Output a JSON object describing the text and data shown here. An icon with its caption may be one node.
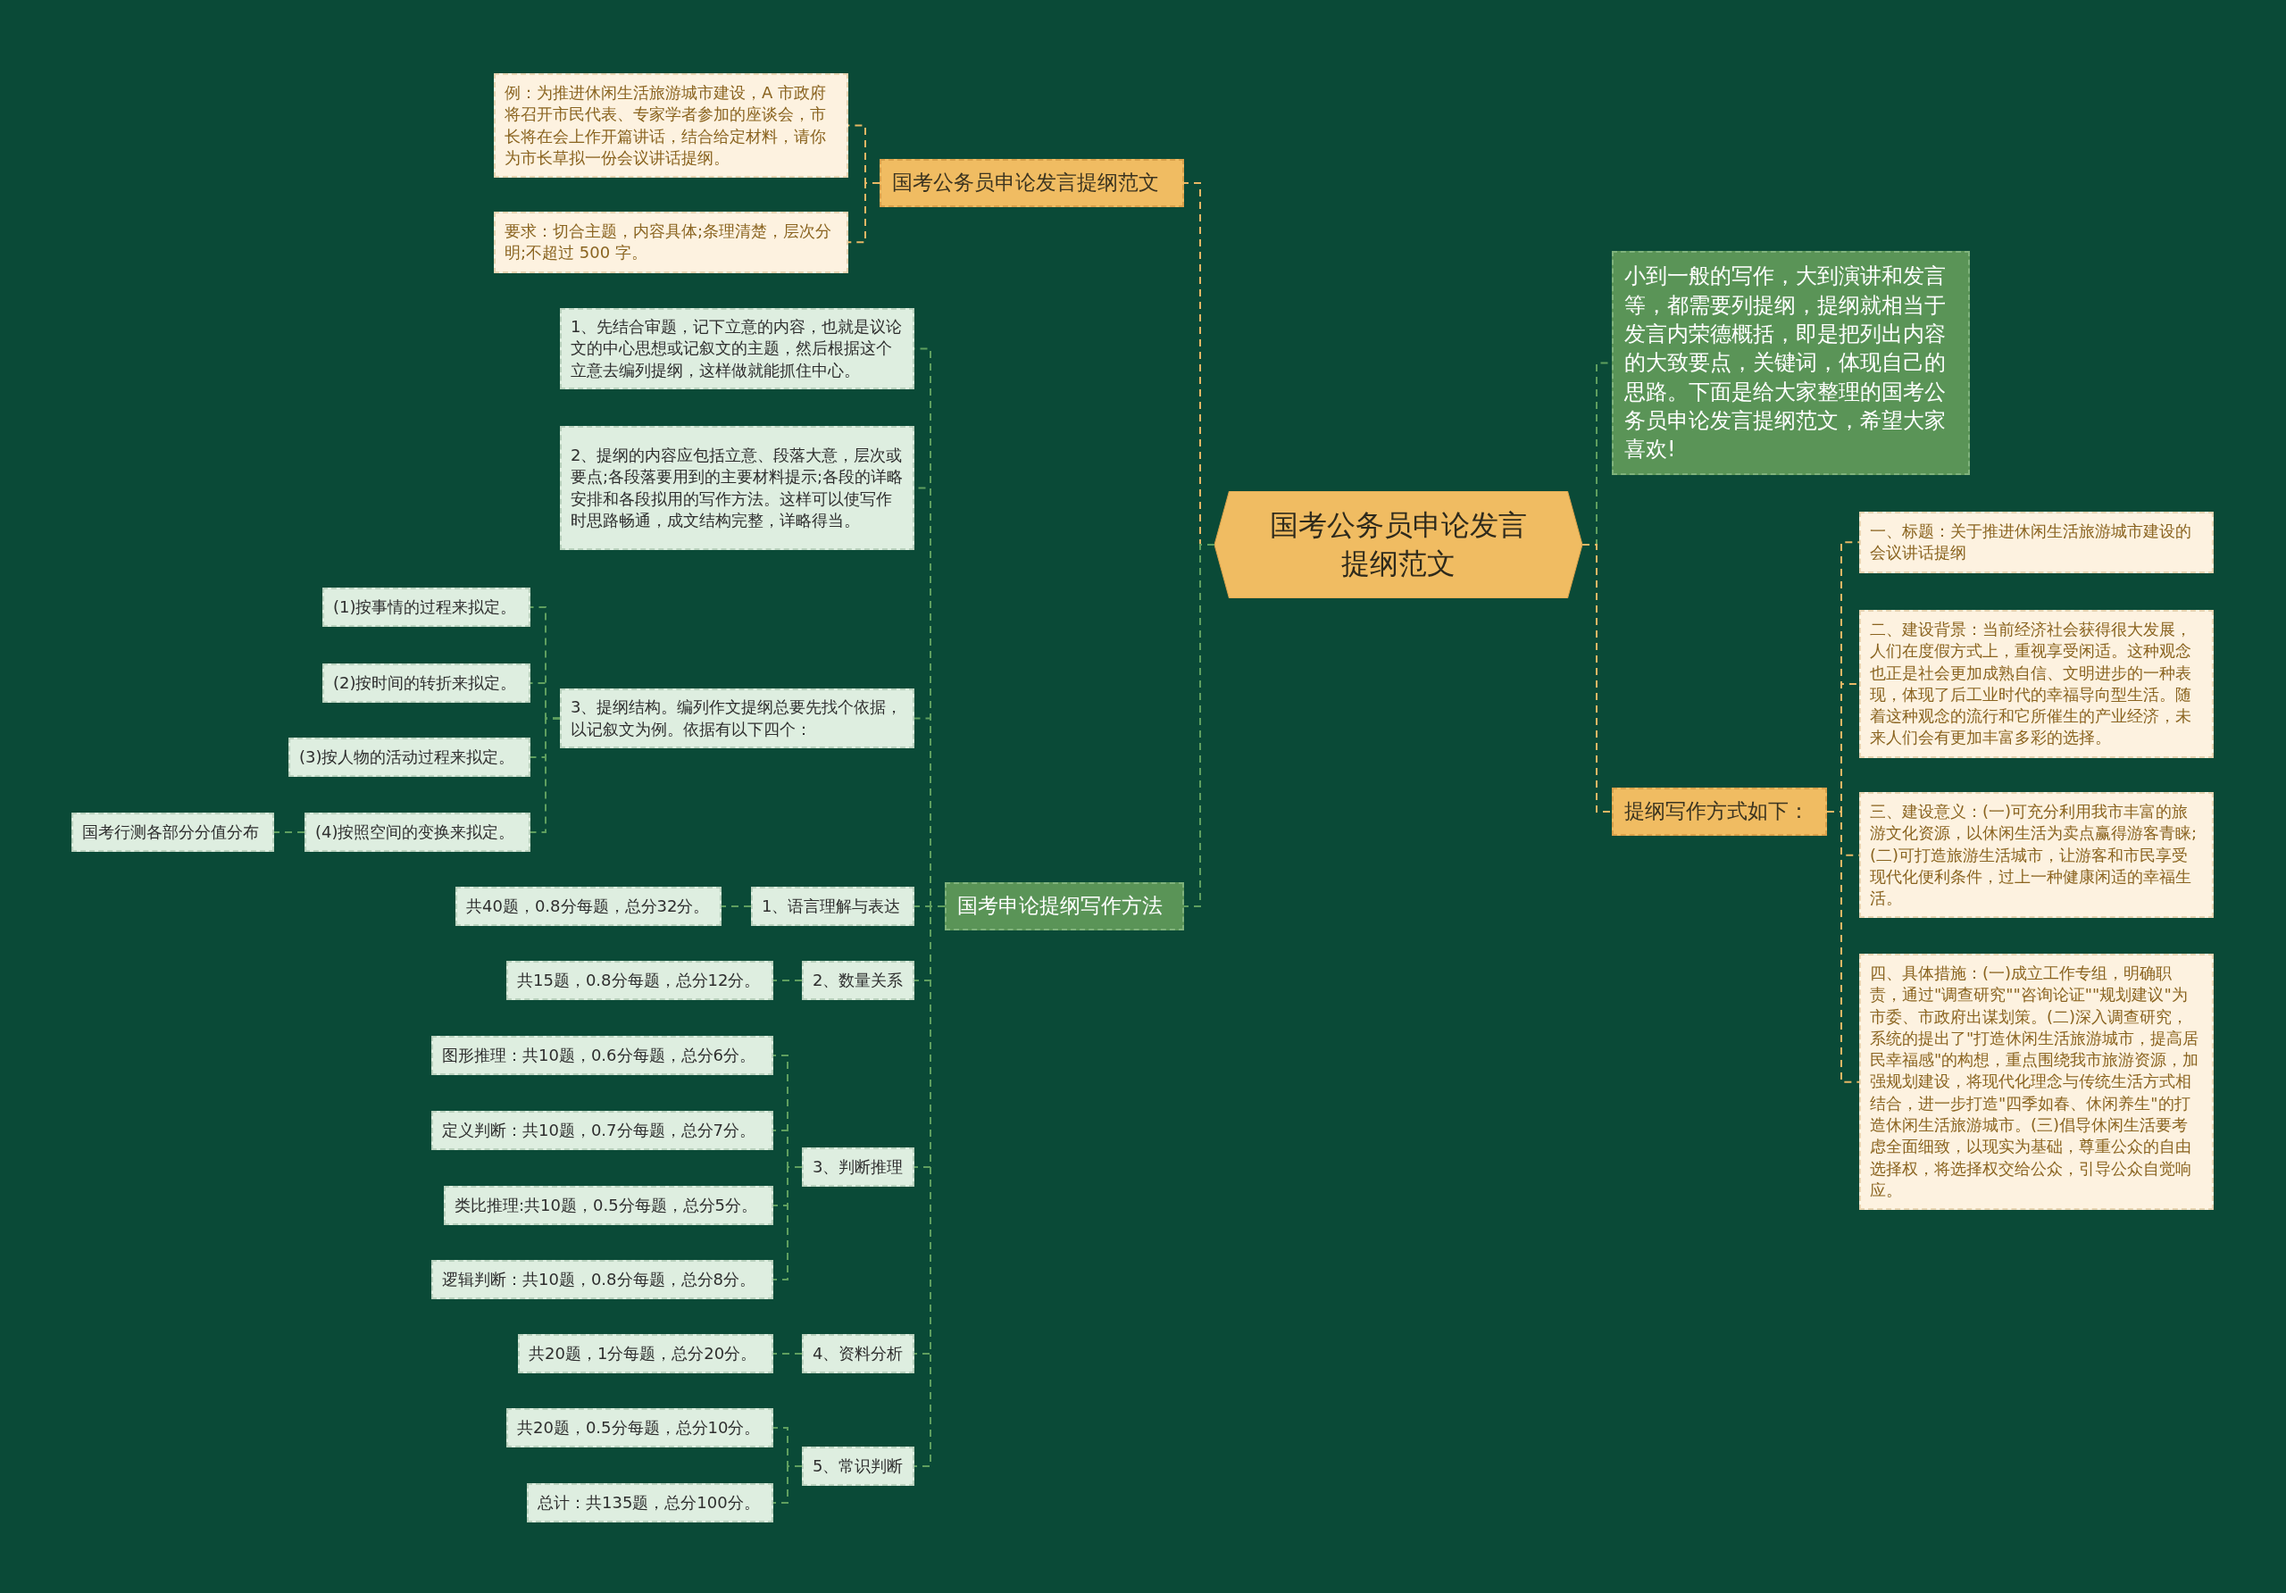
{
  "diagram": {
    "nodes": [
      {
        "text": [
          "国考公务员申论发言提纲范文"
        ]
      },
      {
        "text": [
          "国考公务员申论发言提纲范文"
        ]
      },
      {
        "text": [
          "例：为推进休闲生活旅游城市建设，A 市政府将召开市民代表、专家学者参加的座谈会，市长将在会上作开篇讲话，结合给定材料，请你为市长草拟一份会议讲话提纲。"
        ]
      },
      {
        "text": [
          "要求：切合主题，内容具体;条理清楚，层次分明;不超过 500 字。"
        ]
      },
      {
        "text": [
          "国考申论提纲写作方法"
        ]
      },
      {
        "text": [
          "1、先结合审题，记下立意的内容，也就是议论文的中心思想或记叙文的主题，然后根据这个立意去编列提纲，这样做就能抓住中心。"
        ]
      },
      {
        "text": [
          "2、提纲的内容应包括立意、段落大意，层次或要点;各段落要用到的主要材料提示;各段的详略安排和各段拟用的写作方法。这样可以使写作时思路畅通，成文结构完整，详略得当。"
        ]
      },
      {
        "text": [
          "3、提纲结构。编列作文提纲总要先找个依据，以记叙文为例。依据有以下四个："
        ]
      },
      {
        "text": [
          "(1)按事情的过程来拟定。"
        ]
      },
      {
        "text": [
          "(2)按时间的转折来拟定。"
        ]
      },
      {
        "text": [
          "(3)按人物的活动过程来拟定。"
        ]
      },
      {
        "text": [
          "(4)按照空间的变换来拟定。"
        ]
      },
      {
        "text": [
          "国考行测各部分分值分布"
        ]
      },
      {
        "text": [
          "1、语言理解与表达"
        ]
      },
      {
        "text": [
          "共40题，0.8分每题，总分32分。"
        ]
      },
      {
        "text": [
          "2、数量关系"
        ]
      },
      {
        "text": [
          "共15题，0.8分每题，总分12分。"
        ]
      },
      {
        "text": [
          "3、判断推理"
        ]
      },
      {
        "text": [
          "图形推理：共10题，0.6分每题，总分6分。"
        ]
      },
      {
        "text": [
          "定义判断：共10题，0.7分每题，总分7分。"
        ]
      },
      {
        "text": [
          "类比推理:共10题，0.5分每题，总分5分。"
        ]
      },
      {
        "text": [
          "逻辑判断：共10题，0.8分每题，总分8分。"
        ]
      },
      {
        "text": [
          "4、资料分析"
        ]
      },
      {
        "text": [
          "共20题，1分每题，总分20分。"
        ]
      },
      {
        "text": [
          "5、常识判断"
        ]
      },
      {
        "text": [
          "共20题，0.5分每题，总分10分。"
        ]
      },
      {
        "text": [
          "总计：共135题，总分100分。"
        ]
      },
      {
        "text": [
          "小到一般的写作，大到演讲和发言等，都需要列提纲，提纲就相当于发言内荣德概括，即是把列出内容的大致要点，关键词，体现自己的思路。下面是给大家整理的国考公务员申论发言提纲范文，希望大家喜欢!"
        ]
      },
      {
        "text": [
          "提纲写作方式如下："
        ]
      },
      {
        "text": [
          "一、标题：关于推进休闲生活旅游城市建设的会议讲话提纲"
        ]
      },
      {
        "text": [
          "二、建设背景：当前经济社会获得很大发展，人们在度假方式上，重视享受闲适。这种观念也正是社会更加成熟自信、文明进步的一种表现，体现了后工业时代的幸福导向型生活。随着这种观念的流行和它所催生的产业经济，未来人们会有更加丰富多彩的选择。"
        ]
      },
      {
        "text": [
          "三、建设意义：(一)可充分利用我市丰富的旅游文化资源，以休闲生活为卖点赢得游客青睐;(二)可打造旅游生活城市，让游客和市民享受现代化便利条件，过上一种健康闲适的幸福生活。"
        ]
      },
      {
        "text": [
          "四、具体措施：(一)成立工作专组，明确职责，通过\"调查研究\"\"咨询论证\"\"规划建议\"为市委、市政府出谋划策。(二)深入调查研究，系统的提出了\"打造休闲生活旅游城市，提高居民幸福感\"的构想，重点围绕我市旅游资源，加强规划建设，将现代化理念与传统生活方式相结合，进一步打造\"四季如春、休闲养生\"的打造休闲生活旅游城市。(三)倡导休闲生活要考虑全面细致，以现实为基础，尊重公众的自由选择权，将选择权交给公众，引导公众自觉响应。"
        ]
      }
    ],
    "edges": [
      {
        "from": 0,
        "to": 1,
        "arrow": "none",
        "style": "dashed",
        "color": "#e8b765"
      },
      {
        "from": 1,
        "to": 2,
        "arrow": "none",
        "style": "dashed",
        "color": "#e8b765"
      },
      {
        "from": 1,
        "to": 3,
        "arrow": "none",
        "style": "dashed",
        "color": "#e8b765"
      },
      {
        "from": 0,
        "to": 4,
        "arrow": "none",
        "style": "dashed"
      },
      {
        "from": 4,
        "to": 5,
        "arrow": "none",
        "style": "dashed"
      },
      {
        "from": 4,
        "to": 6,
        "arrow": "none",
        "style": "dashed"
      },
      {
        "from": 4,
        "to": 7,
        "arrow": "none",
        "style": "dashed"
      },
      {
        "from": 7,
        "to": 8,
        "arrow": "none",
        "style": "dashed"
      },
      {
        "from": 7,
        "to": 9,
        "arrow": "none",
        "style": "dashed"
      },
      {
        "from": 7,
        "to": 10,
        "arrow": "none",
        "style": "dashed"
      },
      {
        "from": 7,
        "to": 11,
        "arrow": "none",
        "style": "dashed"
      },
      {
        "from": 11,
        "to": 12,
        "arrow": "none",
        "style": "dashed"
      },
      {
        "from": 4,
        "to": 13,
        "arrow": "none",
        "style": "dashed"
      },
      {
        "from": 13,
        "to": 14,
        "arrow": "none",
        "style": "dashed"
      },
      {
        "from": 4,
        "to": 15,
        "arrow": "none",
        "style": "dashed"
      },
      {
        "from": 15,
        "to": 16,
        "arrow": "none",
        "style": "dashed"
      },
      {
        "from": 4,
        "to": 17,
        "arrow": "none",
        "style": "dashed"
      },
      {
        "from": 17,
        "to": 18,
        "arrow": "none",
        "style": "dashed"
      },
      {
        "from": 17,
        "to": 19,
        "arrow": "none",
        "style": "dashed"
      },
      {
        "from": 17,
        "to": 20,
        "arrow": "none",
        "style": "dashed"
      },
      {
        "from": 17,
        "to": 21,
        "arrow": "none",
        "style": "dashed"
      },
      {
        "from": 4,
        "to": 22,
        "arrow": "none",
        "style": "dashed"
      },
      {
        "from": 22,
        "to": 23,
        "arrow": "none",
        "style": "dashed"
      },
      {
        "from": 4,
        "to": 24,
        "arrow": "none",
        "style": "dashed"
      },
      {
        "from": 24,
        "to": 25,
        "arrow": "none",
        "style": "dashed"
      },
      {
        "from": 24,
        "to": 26,
        "arrow": "none",
        "style": "dashed"
      },
      {
        "from": 0,
        "to": 27,
        "arrow": "none",
        "style": "dashed"
      },
      {
        "from": 0,
        "to": 28,
        "arrow": "none",
        "style": "dashed",
        "color": "#e8b765"
      },
      {
        "from": 28,
        "to": 29,
        "arrow": "none",
        "style": "dashed",
        "color": "#e8b765"
      },
      {
        "from": 28,
        "to": 30,
        "arrow": "none",
        "style": "dashed",
        "color": "#e8b765"
      },
      {
        "from": 28,
        "to": 31,
        "arrow": "none",
        "style": "dashed",
        "color": "#e8b765"
      },
      {
        "from": 28,
        "to": 32,
        "arrow": "none",
        "style": "dashed",
        "color": "#e8b765"
      }
    ]
  }
}
